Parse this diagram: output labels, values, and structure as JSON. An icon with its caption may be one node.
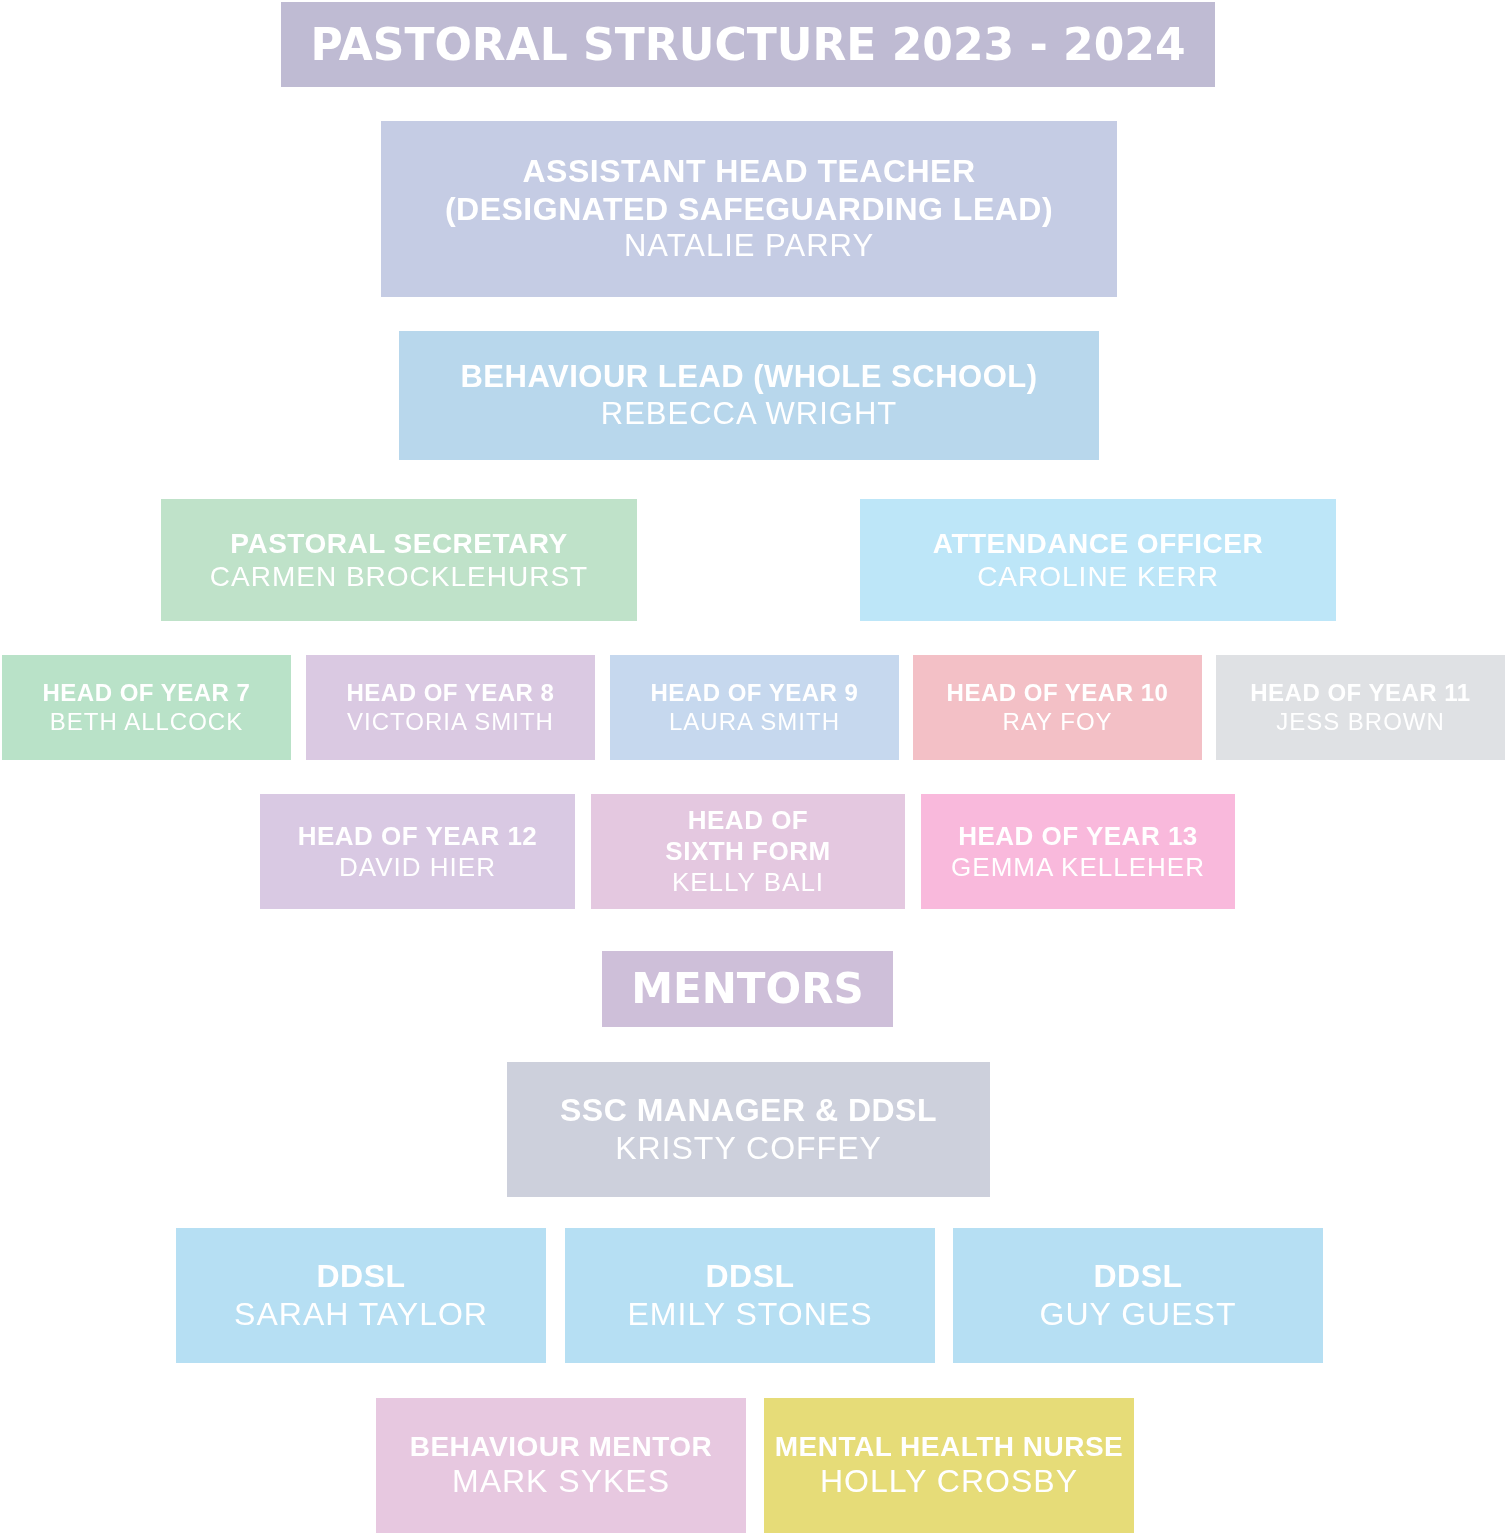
{
  "diagram": {
    "title": "PASTORAL STRUCTURE 2023 - 2024",
    "nodes": [
      {
        "text": [
          "ASSISTANT HEAD TEACHER (DESIGNATED SAFEGUARDING LEAD)",
          "NATALIE PARRY"
        ]
      },
      {
        "text": [
          "BEHAVIOUR LEAD (WHOLE SCHOOL)",
          "REBECCA WRIGHT"
        ]
      },
      {
        "text": [
          "PASTORAL SECRETARY",
          "CARMEN BROCKLEHURST"
        ]
      },
      {
        "text": [
          "ATTENDANCE OFFICER",
          "CAROLINE KERR"
        ]
      },
      {
        "text": [
          "HEAD OF YEAR 7",
          "BETH ALLCOCK"
        ]
      },
      {
        "text": [
          "HEAD OF YEAR 8",
          "VICTORIA SMITH"
        ]
      },
      {
        "text": [
          "HEAD OF YEAR 9",
          "LAURA SMITH"
        ]
      },
      {
        "text": [
          "HEAD OF YEAR 10",
          "RAY FOY"
        ]
      },
      {
        "text": [
          "HEAD OF YEAR 11",
          "JESS BROWN"
        ]
      },
      {
        "text": [
          "HEAD OF YEAR 12",
          "DAVID HIER"
        ]
      },
      {
        "text": [
          "HEAD OF SIXTH FORM",
          "KELLY BALI"
        ]
      },
      {
        "text": [
          "HEAD OF YEAR 13",
          "GEMMA KELLEHER"
        ]
      },
      {
        "text": [
          "MENTORS"
        ]
      },
      {
        "text": [
          "SSC MANAGER & DDSL",
          "KRISTY COFFEY"
        ]
      },
      {
        "text": [
          "DDSL",
          "SARAH TAYLOR"
        ]
      },
      {
        "text": [
          "DDSL",
          "EMILY STONES"
        ]
      },
      {
        "text": [
          "DDSL",
          "GUY GUEST"
        ]
      },
      {
        "text": [
          "BEHAVIOUR MENTOR",
          "MARK SYKES"
        ]
      },
      {
        "text": [
          "MENTAL HEALTH NURSE",
          "HOLLY CROSBY"
        ]
      }
    ]
  }
}
